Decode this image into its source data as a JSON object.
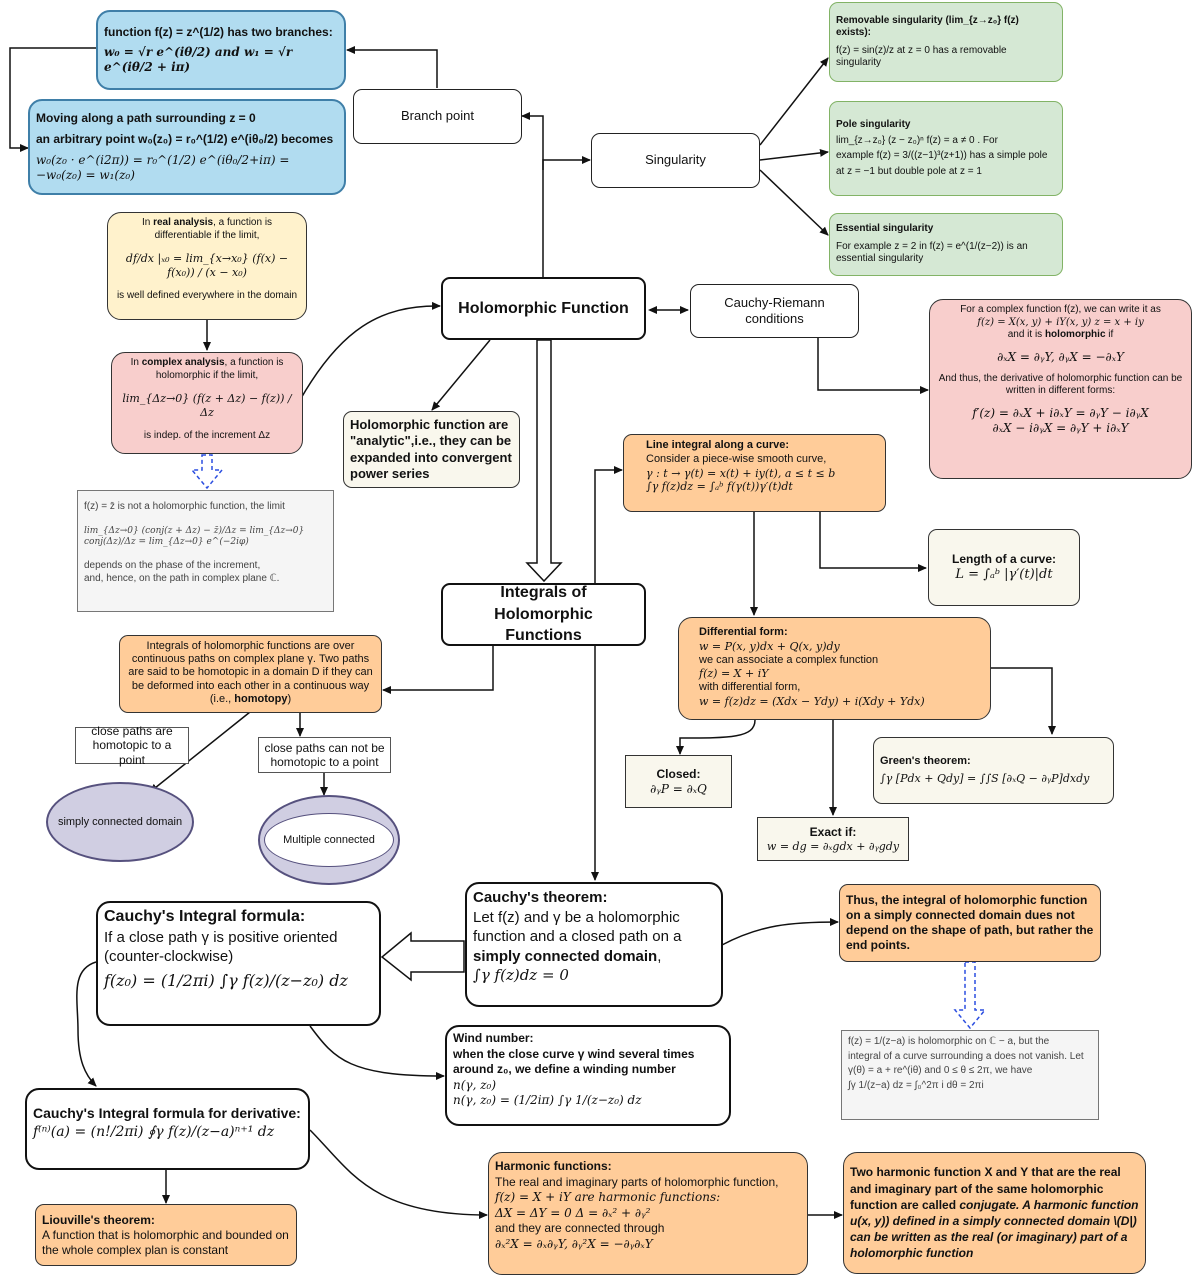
{
  "function_branches": {
    "l1": "function f(z) = z^(1/2) has two branches:",
    "l2": "w₀ = √r e^(iθ/2) and w₁ = √r e^(iθ/2 + iπ)"
  },
  "moving_path": {
    "l1": "Moving along a path surrounding z = 0",
    "l2": "an arbitrary point w₀(z₀) = r₀^(1/2) e^(iθ₀/2) becomes",
    "l3": "w₀(z₀ · e^(i2π)) = r₀^(1/2) e^(iθ₀/2+iπ) = −w₀(z₀) = w₁(z₀)"
  },
  "branch_point": {
    "label": "Branch point"
  },
  "singularity": {
    "label": "Singularity"
  },
  "removable": {
    "title": "Removable singularity (lim_{z→z₀} f(z) exists):",
    "l2": "f(z) = sin(z)/z   at   z = 0 has a removable",
    "l3": "singularity"
  },
  "pole": {
    "title": "Pole singularity",
    "l2": "lim_{z→z₀} (z − z₀)ⁿ f(z) = a ≠ 0 . For",
    "l3": "example f(z) = 3/((z−1)³(z+1)) has a simple pole",
    "l4": "at z = −1 but double pole at z = 1"
  },
  "essential": {
    "title": "Essential singularity",
    "l2": "For example z = 2 in f(z) = e^(1/(z−2)) is an",
    "l3": "essential singularity"
  },
  "real_analysis": {
    "l1a": "In ",
    "l1b": "real analysis",
    "l1c": ", a function is",
    "l2": "differentiable if the limit,",
    "formula": "df/dx |ₓ₀ = lim_{x→x₀} (f(x) − f(x₀)) / (x − x₀)",
    "l3": "is well defined everywhere in the domain"
  },
  "complex_analysis": {
    "l1a": "In ",
    "l1b": "complex analysis",
    "l1c": ", a function is",
    "l2": "holomorphic if the limit,",
    "formula": "lim_{Δz→0} (f(z + Δz) − f(z)) / Δz",
    "l3": "is indep. of the increment Δz"
  },
  "holomorphic": {
    "label": "Holomorphic Function"
  },
  "cauchy_riemann": {
    "l1": "Cauchy-Riemann",
    "l2": "conditions"
  },
  "cr_detail": {
    "l1": "For a complex function f(z), we can write it as",
    "l2": "f(z) = X(x, y) + iY(x, y)    z = x + iy",
    "l3a": "and it is ",
    "l3b": "holomorphic",
    "l3c": " if",
    "l4": "∂ₓX = ∂ᵧY,  ∂ᵧX = −∂ₓY",
    "l5": "And thus, the derivative of holomorphic function can be",
    "l6": "written in different forms:",
    "l7": "f′(z) = ∂ₓX + i∂ₓY = ∂ᵧY − i∂ᵧX",
    "l8": "∂ₓX − i∂ᵧX = ∂ᵧY + i∂ₓY"
  },
  "analytic": {
    "text": "Holomorphic function are \"analytic\",i.e., they can be expanded into convergent power series"
  },
  "conj_example": {
    "l1": "f(z) = z̄ is not a holomorphic function, the limit",
    "formula": "lim_{Δz→0} (conj(z + Δz) − z̄)/Δz = lim_{Δz→0} conj(Δz)/Δz = lim_{Δz→0} e^(−2iφ)",
    "l3": "depends on the phase of the increment,",
    "l4": "and, hence, on the path in complex plane ℂ."
  },
  "integrals": {
    "l1": "Integrals of",
    "l2": "Holomorphic",
    "l3": "Functions"
  },
  "line_integral": {
    "title": "Line integral along a curve:",
    "l2": "Consider a piece-wise smooth curve,",
    "l3": "γ : t → γ(t) = x(t) + iy(t), a ≤ t ≤ b",
    "l4": "∫γ f(z)dz = ∫ₐᵇ f(γ(t))γ′(t)dt"
  },
  "length_curve": {
    "title": "Length of a curve:",
    "formula": "L = ∫ₐᵇ |γ′(t)|dt"
  },
  "homotopy": {
    "text_a": "Integrals of holomorphic functions are over continuous paths on complex plane γ. Two paths are said to be homotopic in a domain D if they can be deformed into each other in a continuous way (i.e., ",
    "text_b": "homotopy",
    "text_c": ")"
  },
  "differential_form": {
    "title": "Differential form:",
    "l2": "w = P(x, y)dx + Q(x, y)dy",
    "l3": "we can associate a complex function",
    "l4": "f(z) = X + iY",
    "l5": "with differential form,",
    "l6": "w = f(z)dz = (Xdx − Ydy) + i(Xdy + Ydx)"
  },
  "close_point": {
    "text": "close paths are homotopic to a point"
  },
  "close_not": {
    "text": "close paths can not be homotopic to a point"
  },
  "simply_connected": {
    "label": "simply connected domain"
  },
  "multiple_connected": {
    "label": "Multiple connected"
  },
  "closed": {
    "title": "Closed:",
    "formula": "∂ᵧP = ∂ₓQ"
  },
  "greens": {
    "title": "Green's theorem:",
    "formula": "∫γ [Pdx + Qdy] = ∫∫S [∂ₓQ − ∂ᵧP]dxdy"
  },
  "exact": {
    "title": "Exact if:",
    "formula": "w = dg = ∂ₓgdx + ∂ᵧgdy"
  },
  "cauchy_theorem": {
    "title": "Cauchy's theorem:",
    "l2": "Let f(z) and γ be a holomorphic function and a closed path on a",
    "l3": "simply connected domain",
    "l3b": ",",
    "l4": "∫γ f(z)dz = 0"
  },
  "thus_integral": {
    "text": "Thus, the integral of holomorphic function on a simply connected domain dues not depend on the shape of path, but rather the end points."
  },
  "cauchy_integral": {
    "title": "Cauchy's Integral formula:",
    "l2": "If a close path γ is positive oriented (counter-clockwise)",
    "l3": "f(z₀) = (1/2πi) ∫γ f(z)/(z−z₀) dz"
  },
  "example_1za": {
    "l1": "f(z) = 1/(z−a) is holomorphic on ℂ − a, but the",
    "l2": "integral of a curve surrounding a does not vanish. Let",
    "l3": "γ(θ) = a + re^(iθ) and 0 ≤ θ ≤ 2π, we have",
    "l4": "∫γ 1/(z−a) dz = ∫₀^2π i dθ = 2πi"
  },
  "wind_number": {
    "title": "Wind number:",
    "l2": "when the close curve γ wind several times around z₀, we define a winding number",
    "l3": "n(γ, z₀)",
    "l4": "n(γ, z₀) = (1/2iπ) ∫γ 1/(z−z₀) dz"
  },
  "cauchy_derivative": {
    "title": "Cauchy's Integral formula for derivative:",
    "l2": "f⁽ⁿ⁾(a) = (n!/2πi) ∮γ f(z)/(z−a)ⁿ⁺¹ dz"
  },
  "liouville": {
    "title": "Liouville's theorem:",
    "l2": "A function that is holomorphic and bounded on the whole complex plan is constant"
  },
  "harmonic": {
    "title": "Harmonic functions:",
    "l2": "The real and imaginary parts of holomorphic function,",
    "l3": "f(z) = X + iY are harmonic functions:",
    "l4": "ΔX = ΔY = 0    Δ = ∂ₓ² + ∂ᵧ²",
    "l5": "and they are connected through",
    "l6": "∂ₓ²X = ∂ₓ∂ᵧY,    ∂ᵧ²X = −∂ᵧ∂ₓY"
  },
  "two_harmonic": {
    "text_a": "Two harmonic function X and Y that are the real and imaginary part of the same holomorphic function are called ",
    "text_b": "conjugate. A harmonic function u(x, y)) defined in a simply connected domain \\(D|) can be written as the real (or imaginary) part of a holomorphic function"
  },
  "colors": {
    "blue": "#b1dcf0",
    "green": "#d5e8d4",
    "yellow": "#fff2cc",
    "pink": "#f8cecc",
    "orange": "#ffcc99",
    "cream": "#f9f7ed",
    "grey": "#f5f5f5",
    "ellipse": "#d0cee2",
    "dashed_arrow": "#2b4ee0"
  }
}
